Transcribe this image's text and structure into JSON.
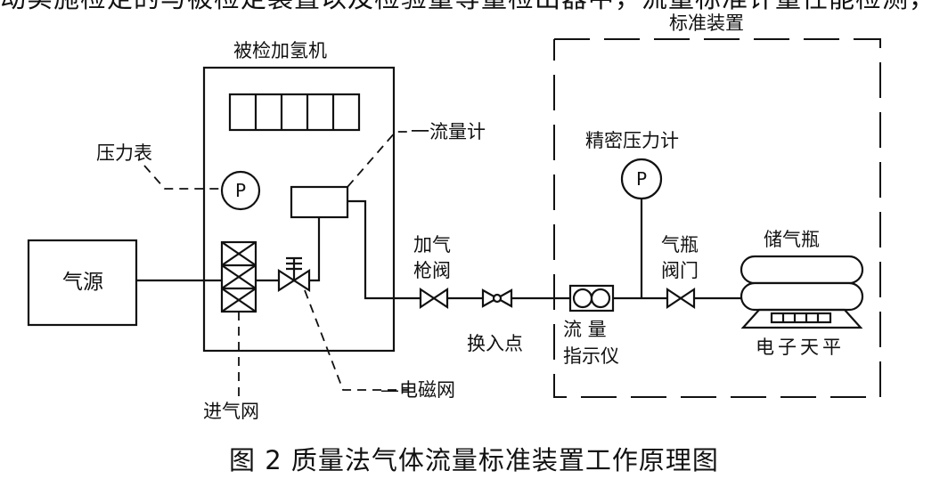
{
  "top_text_partial": "动实施检定的与被检定装置以及检验量等量检出器中，流量标准计量性能检测，",
  "standard_device_label": "标准装置",
  "dispenser_label": "被检加氢机",
  "flowmeter_label": "一流量计",
  "pressure_gauge_label": "压力表",
  "gauge_symbol": "P",
  "precision_gauge_label": "精密压力计",
  "gas_source_label": "气源",
  "nozzle_valve_label": [
    "加气",
    "枪阀"
  ],
  "switch_point_label": "换入点",
  "flow_indicator_label": [
    "流 量",
    "指示仪"
  ],
  "cylinder_valve_label": [
    "气瓶",
    "阀门"
  ],
  "storage_cylinder_label": "储气瓶",
  "balance_label": "电子天平",
  "solenoid_valve_label": "—电磁网",
  "inlet_net_label": "进气网",
  "caption": "图 2  质量法气体流量标准装置工作原理图"
}
